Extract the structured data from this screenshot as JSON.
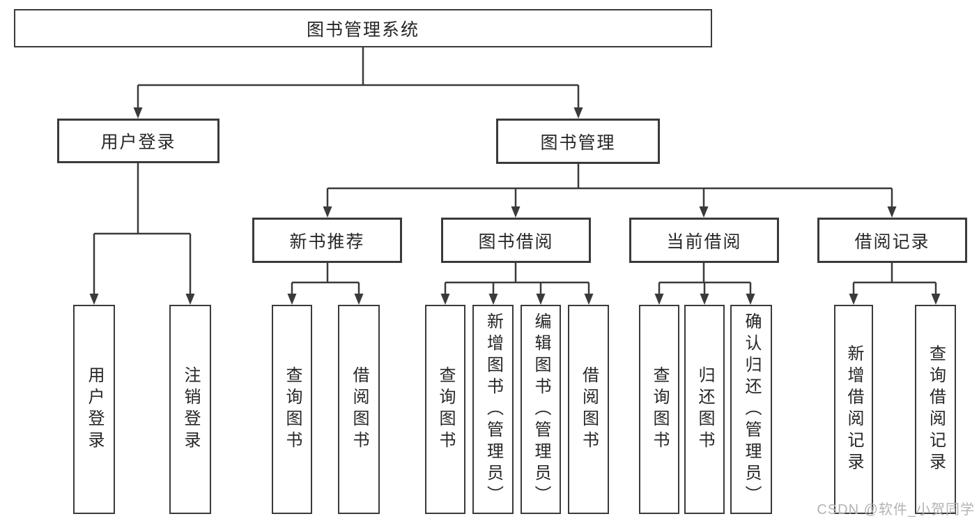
{
  "colors": {
    "line": "#3a3a3a",
    "box-border": "#3a3a3a",
    "text": "#262626",
    "watermark": "#b3b3b3",
    "background": "#ffffff"
  },
  "watermark": "CSDN @软件_小贺同学",
  "tree": {
    "root": "图书管理系统",
    "children": [
      {
        "label": "用户登录",
        "children": [
          "用户登录",
          "注销登录"
        ]
      },
      {
        "label": "图书管理",
        "children": [
          {
            "label": "新书推荐",
            "children": [
              "查询图书",
              "借阅图书"
            ]
          },
          {
            "label": "图书借阅",
            "children": [
              "查询图书",
              "新增图书（管理员）",
              "编辑图书（管理员）",
              "借阅图书"
            ]
          },
          {
            "label": "当前借阅",
            "children": [
              "查询图书",
              "归还图书",
              "确认归还（管理员）"
            ]
          },
          {
            "label": "借阅记录",
            "children": [
              "新增借阅记录",
              "查询借阅记录"
            ]
          }
        ]
      }
    ]
  }
}
